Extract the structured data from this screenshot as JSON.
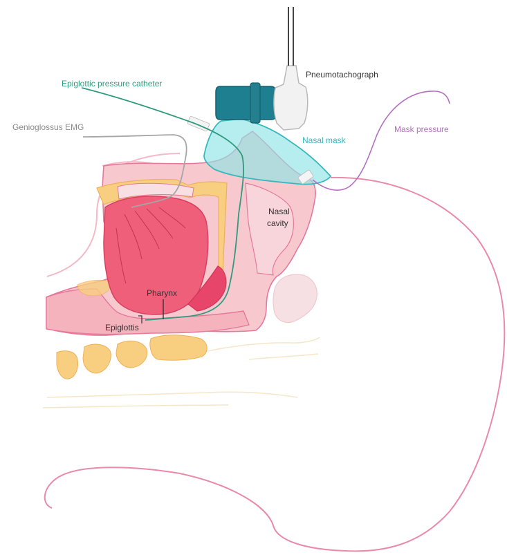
{
  "labels": {
    "pneumotachograph": "Pneumotachograph",
    "epiglottic_catheter": "Epiglottic pressure catheter",
    "genioglossus_emg": "Genioglossus EMG",
    "nasal_mask": "Nasal mask",
    "mask_pressure": "Mask pressure",
    "nasal_cavity_line1": "Nasal",
    "nasal_cavity_line2": "cavity",
    "pharynx": "Pharynx",
    "epiglottis": "Epiglottis"
  },
  "colors": {
    "head_outline": "#e98aa8",
    "tissue_pink": "#f7c9cf",
    "tongue_red": "#ef5f7a",
    "bone_yellow": "#f8cf80",
    "mask_cyan": "#8fe3e5",
    "mask_outline": "#37b8bd",
    "catheter_green": "#2f9a7e",
    "emg_grey": "#a6a6a6",
    "mask_pressure_purple": "#b36fbf",
    "pneumotach_teal": "#1e7f90",
    "label_dark": "#333333",
    "label_grey": "#8c8c8c"
  }
}
